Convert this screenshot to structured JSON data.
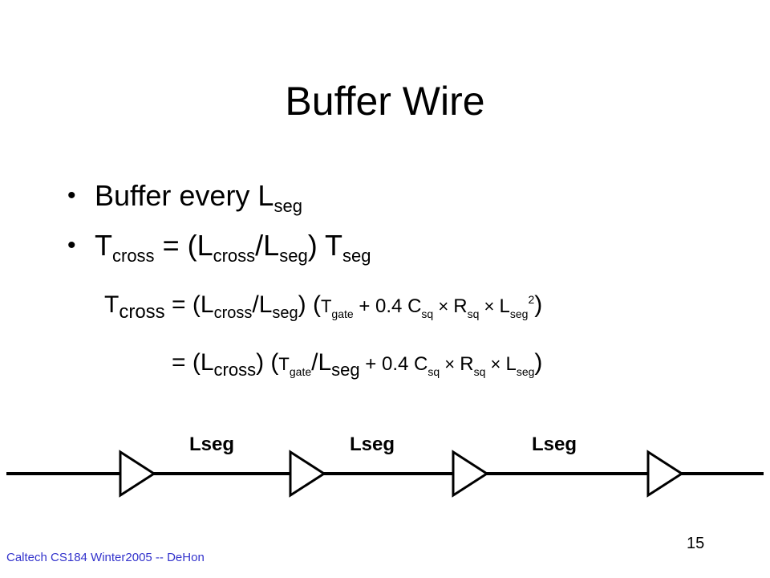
{
  "slide": {
    "title": "Buffer Wire",
    "bullets": {
      "b1": {
        "text": "Buffer every L",
        "sub": "seg"
      },
      "b2": {
        "t": "T",
        "cross": "cross",
        "mid": " = (L",
        "cross2": "cross",
        "slash": "/L",
        "seg": "seg",
        "close": ") T",
        "seg2": "seg"
      }
    },
    "eq1": {
      "t": "T",
      "cross": "cross",
      "eqsign": " = ",
      "open": "(L",
      "cross2": "cross",
      "slash": "/L",
      "seg": "seg",
      "close": ") (",
      "tg": "T",
      "gate": "gate",
      "plus": " + 0.4 ",
      "c": "C",
      "sq": "sq",
      "times": " × ",
      "r": "R",
      "sq2": "sq",
      "times2": " × ",
      "l": "L",
      "seg2": "seg",
      "sup": "2",
      "end": ")"
    },
    "eq2": {
      "lead": "= (L",
      "cross": "cross",
      "close": ") (",
      "tg": "T",
      "gate": "gate",
      "slash": "/L",
      "seg": "seg",
      "plus": " + 0.4 ",
      "c": "C",
      "sq": "sq",
      "times": " × ",
      "r": "R",
      "sq2": "sq",
      "times2": " × ",
      "l": "L",
      "seg2": "seg",
      "end": ")"
    },
    "diagram": {
      "labels": [
        "Lseg",
        "Lseg",
        "Lseg"
      ]
    },
    "footer": "Caltech CS184 Winter2005 -- DeHon",
    "page_number": "15"
  }
}
